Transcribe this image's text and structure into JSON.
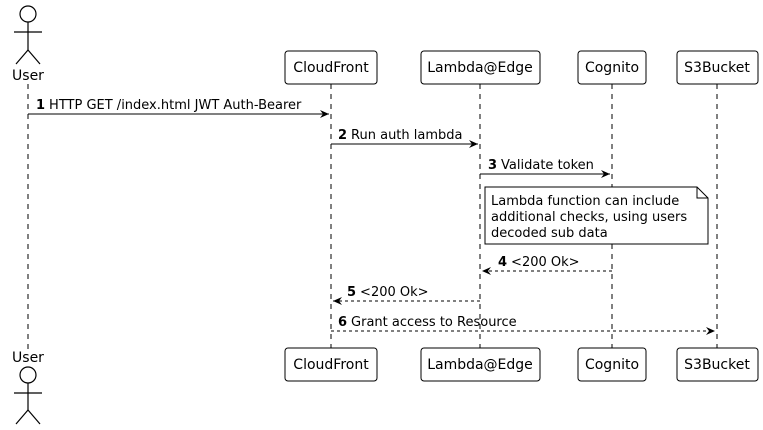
{
  "participants": [
    {
      "id": "user",
      "label": "User",
      "kind": "actor"
    },
    {
      "id": "cloudfront",
      "label": "CloudFront",
      "kind": "box"
    },
    {
      "id": "lambda",
      "label": "Lambda@Edge",
      "kind": "box"
    },
    {
      "id": "cognito",
      "label": "Cognito",
      "kind": "box"
    },
    {
      "id": "s3",
      "label": "S3Bucket",
      "kind": "box"
    }
  ],
  "messages": [
    {
      "num": "1",
      "text": "HTTP GET /index.html JWT Auth-Bearer",
      "from": "user",
      "to": "cloudfront",
      "style": "solid"
    },
    {
      "num": "2",
      "text": "Run auth lambda",
      "from": "cloudfront",
      "to": "lambda",
      "style": "solid"
    },
    {
      "num": "3",
      "text": "Validate token",
      "from": "lambda",
      "to": "cognito",
      "style": "solid"
    },
    {
      "num": "4",
      "text": "<200 Ok>",
      "from": "cognito",
      "to": "lambda",
      "style": "dashed"
    },
    {
      "num": "5",
      "text": "<200 Ok>",
      "from": "lambda",
      "to": "cloudfront",
      "style": "dashed"
    },
    {
      "num": "6",
      "text": "Grant access to Resource",
      "from": "cloudfront",
      "to": "s3",
      "style": "dashed"
    }
  ],
  "note": {
    "lines": [
      "Lambda function can include",
      "additional checks, using users",
      "decoded sub data"
    ]
  }
}
